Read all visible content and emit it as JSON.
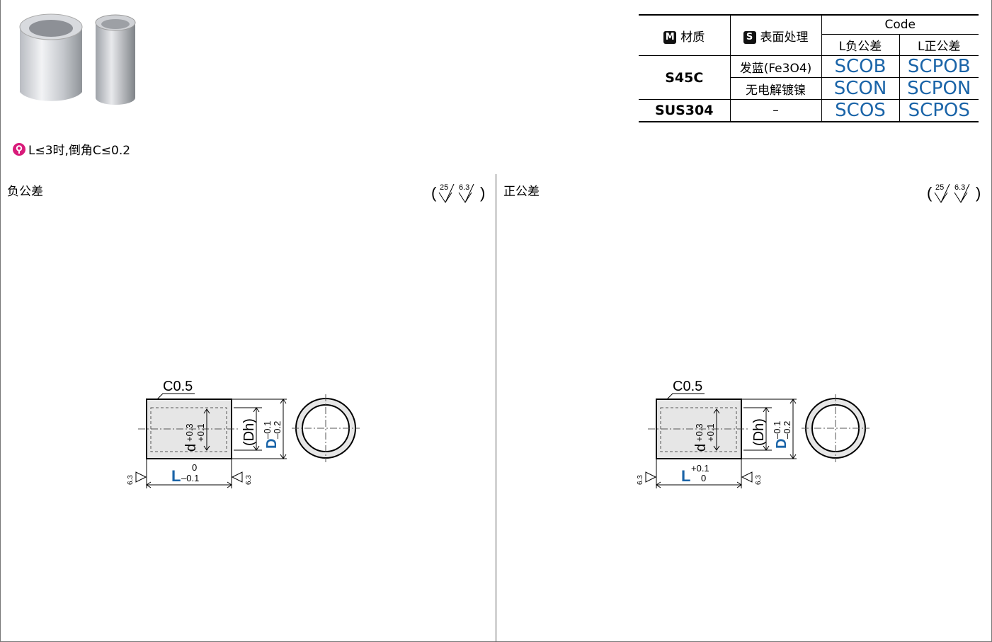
{
  "product_photo": "cylindrical-spacer-collars",
  "note": {
    "icon": "warning-icon",
    "text": "L≤3时,倒角C≤0.2"
  },
  "spec_table": {
    "material_header": "材质",
    "material_badge": "M",
    "surface_header": "表面处理",
    "surface_badge": "S",
    "code_header": "Code",
    "code_col1": "L负公差",
    "code_col2": "L正公差",
    "rows": [
      {
        "material": "S45C",
        "surface": "发蓝(Fe3O4)",
        "neg": "SCOB",
        "pos": "SCPOB"
      },
      {
        "material": "",
        "surface": "无电解镀镍",
        "neg": "SCON",
        "pos": "SCPON"
      },
      {
        "material": "SUS304",
        "surface": "–",
        "neg": "SCOS",
        "pos": "SCPOS"
      }
    ]
  },
  "panels": {
    "left": {
      "title": "负公差",
      "roughness": [
        "25",
        "6.3"
      ],
      "chamfer": "C0.5",
      "d_label": "d",
      "d_tol": [
        "+0.3",
        "+0.1"
      ],
      "dh_label": "(Dh)",
      "D_label": "D",
      "D_tol": [
        "–0.1",
        "–0.2"
      ],
      "L_label": "L",
      "L_tol": [
        "0",
        "–0.1"
      ],
      "end_roughness": "6.3"
    },
    "right": {
      "title": "正公差",
      "roughness": [
        "25",
        "6.3"
      ],
      "chamfer": "C0.5",
      "d_label": "d",
      "d_tol": [
        "+0.3",
        "+0.1"
      ],
      "dh_label": "(Dh)",
      "D_label": "D",
      "D_tol": [
        "–0.1",
        "–0.2"
      ],
      "L_label": "L",
      "L_tol": [
        "+0.1",
        "0"
      ],
      "end_roughness": "6.3"
    }
  },
  "colors": {
    "accent_blue": "#1a64a8",
    "warning_pink": "#d81b7a"
  }
}
